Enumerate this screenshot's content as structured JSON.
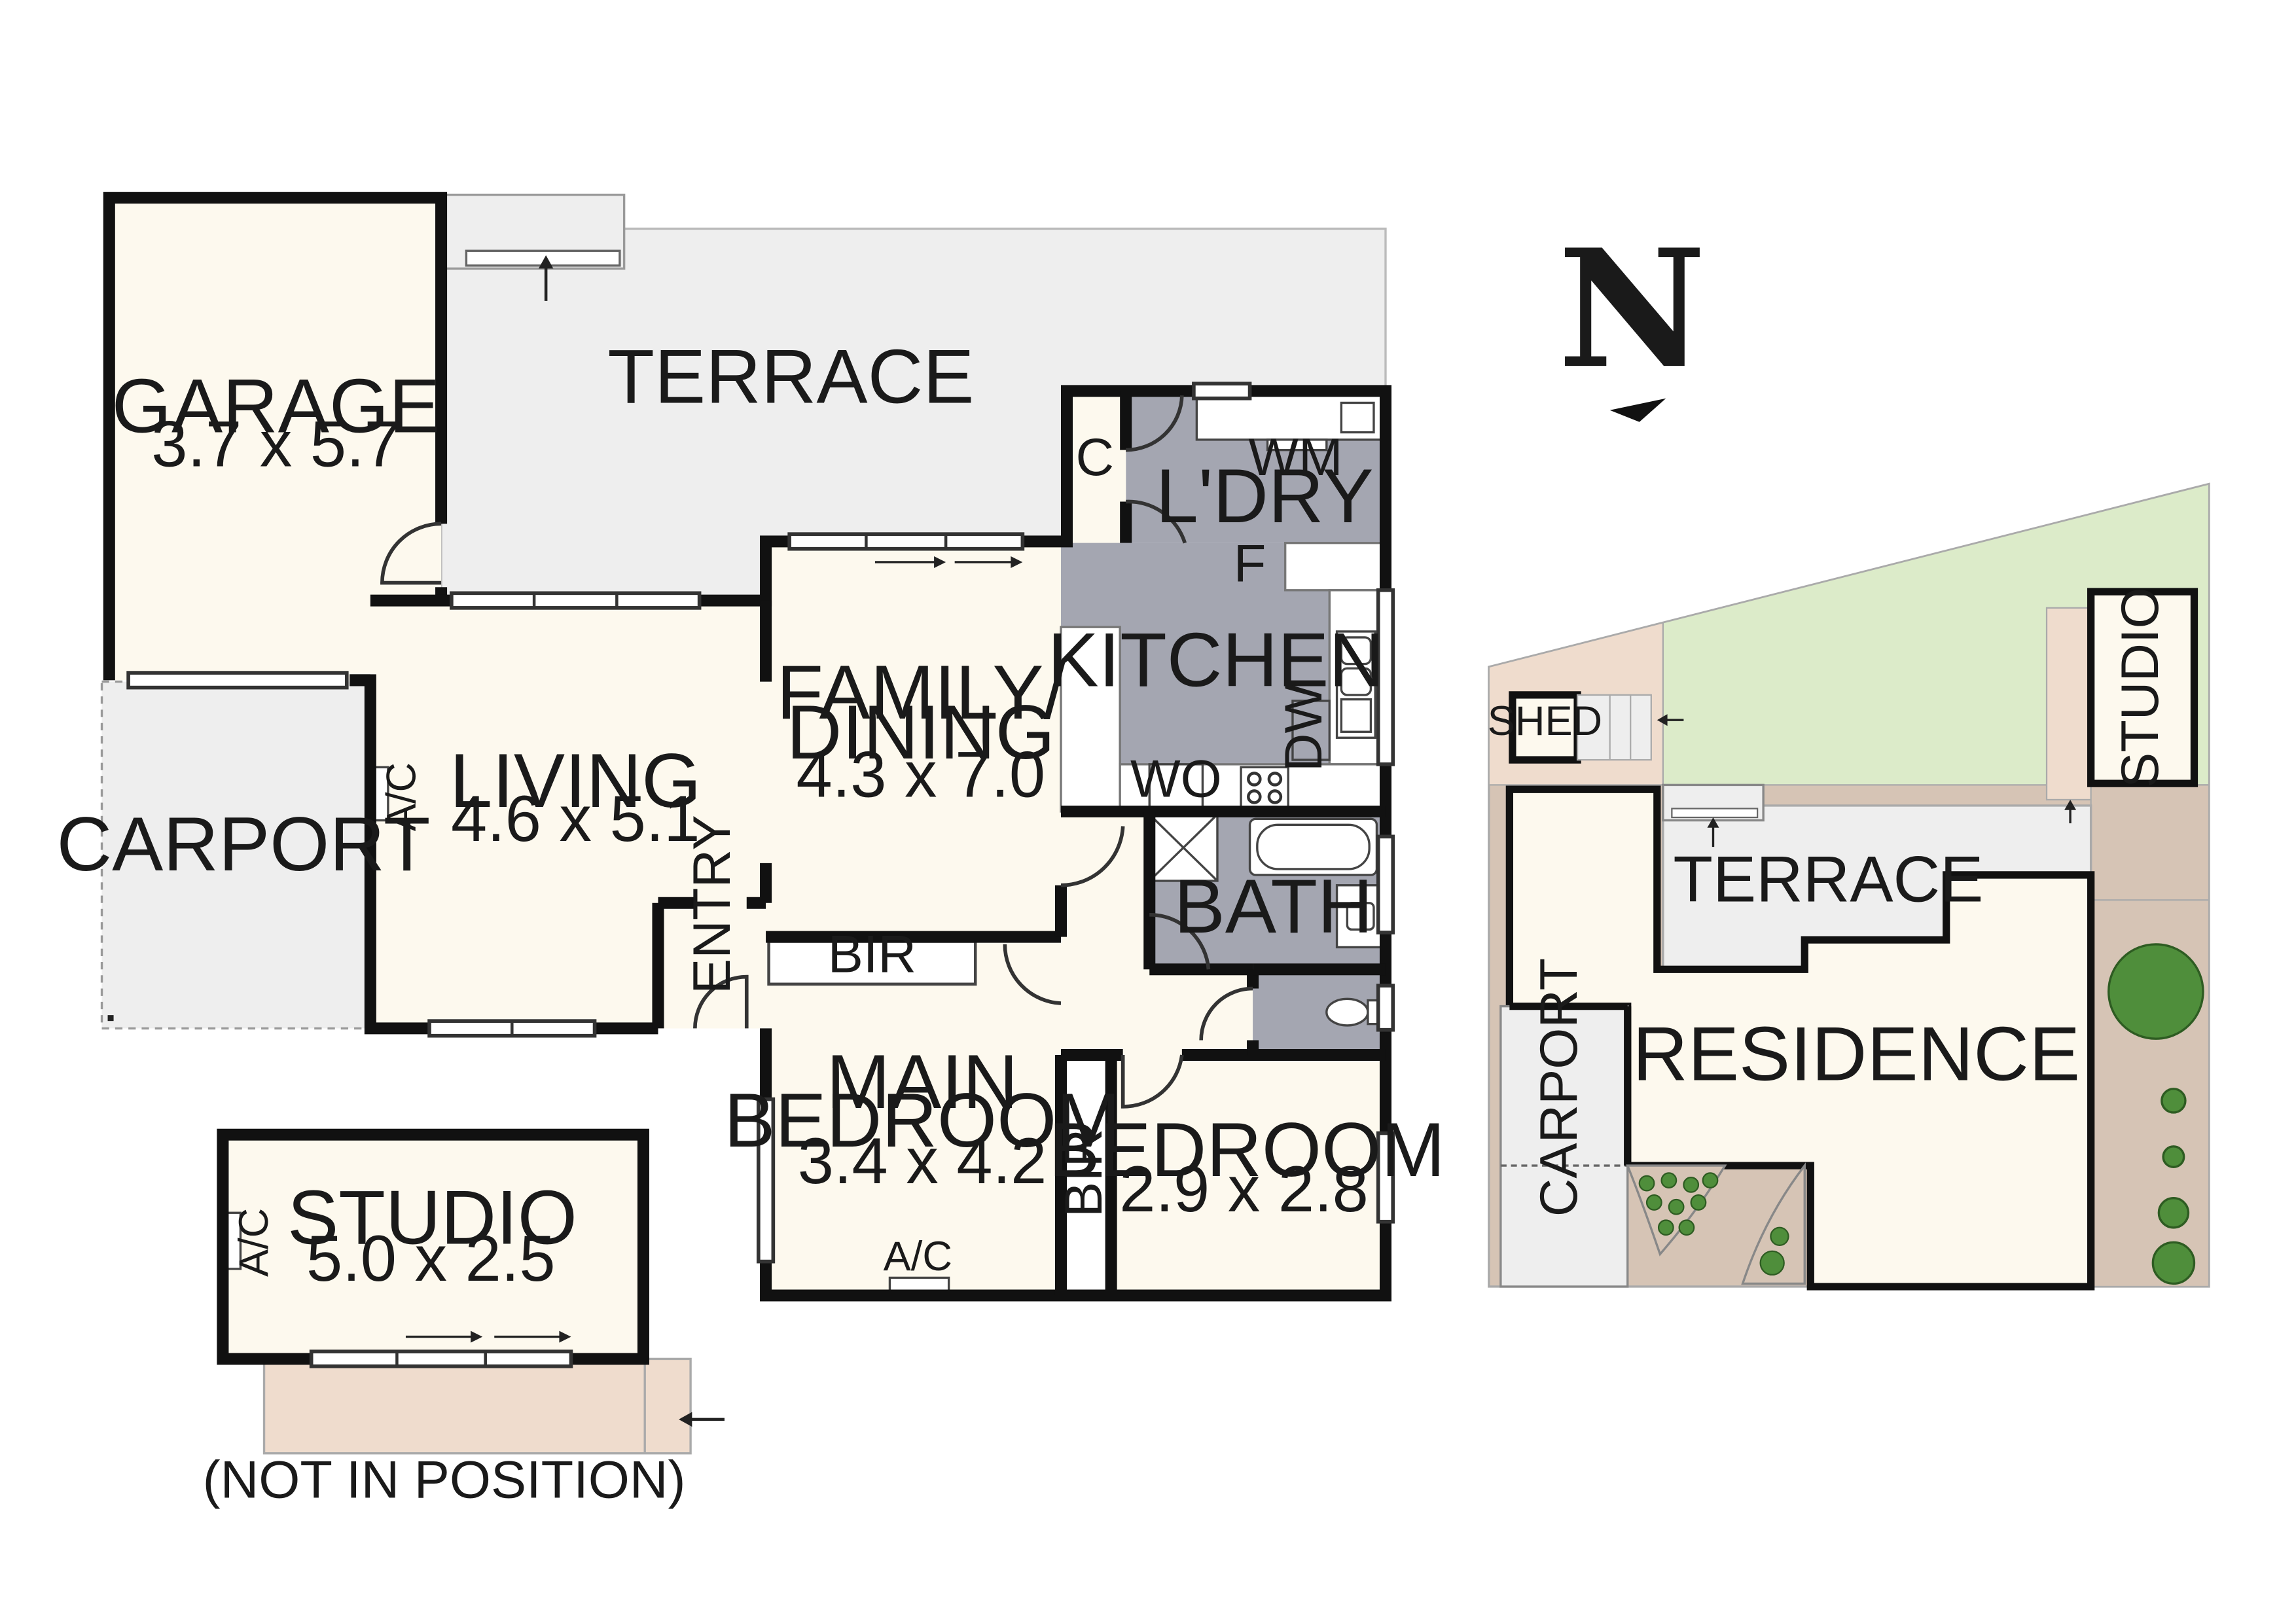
{
  "colors": {
    "room": "#fdf9ee",
    "wet": "#a4a6b1",
    "outdoor": "#eeeeee",
    "deck": "#efdccd",
    "lawn": "#dcebc9",
    "garden": "#d6c4b5",
    "wall": "#111111",
    "tree": "#4f8e3b"
  },
  "compass": {
    "letter": "N"
  },
  "floorplan": {
    "terrace": "TERRACE",
    "garage": {
      "name": "GARAGE",
      "dim": "3.7 x 5.7"
    },
    "carport": "CARPORT",
    "living": {
      "name": "LIVING",
      "dim": "4.6 x 5.1"
    },
    "ac_living": "A/C",
    "entry": "ENTRY",
    "family": {
      "line1": "FAMILY/",
      "line2": "DINING",
      "dim": "4.3 x 7.0"
    },
    "kitchen": "KITCHEN",
    "cupboard": "C",
    "laundry": "L'DRY",
    "wm": "WM",
    "fridge": "F",
    "dw": "DW",
    "wo": "WO",
    "bath": "BATH",
    "bir_main": "BIR",
    "bir_bed": "BIR",
    "main_bedroom": {
      "line1": "MAIN",
      "line2": "BEDROOM",
      "dim": "3.4 x 4.2"
    },
    "ac_bedroom": "A/C",
    "bedroom": {
      "name": "BEDROOM",
      "dim": "2.9 x 2.8"
    },
    "studio": {
      "name": "STUDIO",
      "dim": "5.0 x 2.5"
    },
    "ac_studio": "A/C",
    "not_in_position": "(NOT IN POSITION)"
  },
  "siteplan": {
    "shed": "SHED",
    "studio": "STUDIO",
    "terrace": "TERRACE",
    "carport": "CARPORT",
    "residence": "RESIDENCE"
  }
}
